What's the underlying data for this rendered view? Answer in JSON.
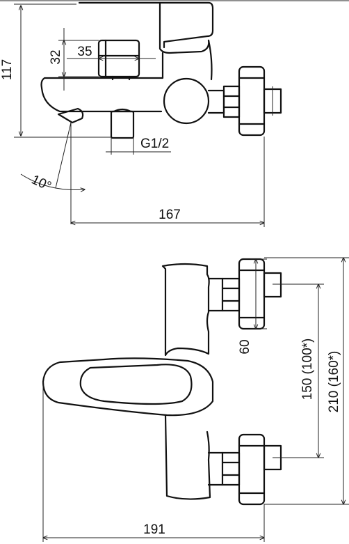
{
  "drawing": {
    "side_view": {
      "height": "117",
      "handle_height": "32",
      "handle_width": "35",
      "connection": "G1/2",
      "spout_angle": "10°",
      "depth": "167"
    },
    "front_view": {
      "valve_width": "60",
      "inner_spacing": "150 (100*)",
      "outer_spacing": "210 (160*)",
      "total_width": "191"
    }
  }
}
